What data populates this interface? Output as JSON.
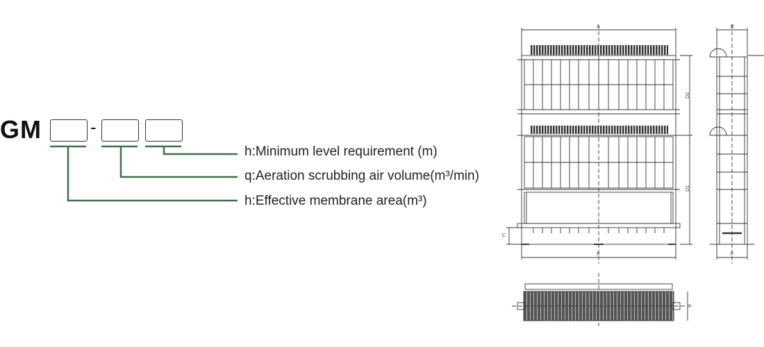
{
  "model_code": {
    "prefix": "GM",
    "separator": "-"
  },
  "legend": [
    {
      "key": "min_level",
      "text": "h:Minimum level requirement (m)"
    },
    {
      "key": "air_volume",
      "text": "q:Aeration scrubbing air volume(m³/min)"
    },
    {
      "key": "membrane_area",
      "text": "h:Effective membrane area(m³)"
    }
  ],
  "dimension_labels": {
    "a": "A",
    "b": "B",
    "c": "C",
    "d1": "D1",
    "d2": "D2",
    "e": "E",
    "f": "F",
    "b2": "B"
  },
  "colors": {
    "leader_line": "#3f6f4a",
    "drawing_line": "#333333"
  }
}
